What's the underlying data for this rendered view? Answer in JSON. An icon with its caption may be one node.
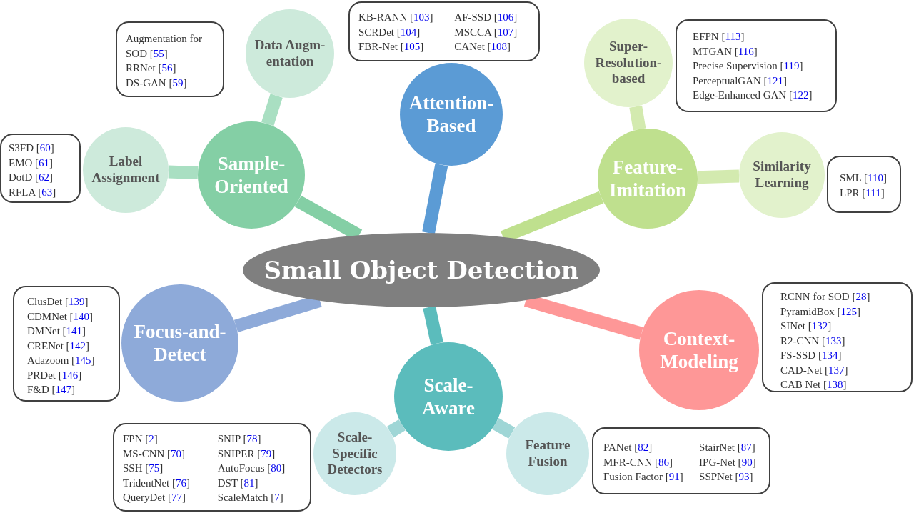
{
  "diagram": {
    "nodes": [
      {
        "text": [
          "Small Object Detection"
        ]
      },
      {
        "text": [
          "Attention-Based"
        ]
      },
      {
        "text": [
          "KB-RANN [103]",
          "SCRDet [104]",
          "FBR-Net [105]",
          "AF-SSD [106]",
          "MSCCA [107]",
          "CANet [108]"
        ]
      },
      {
        "text": [
          "Sample-Oriented"
        ]
      },
      {
        "text": [
          "Data Augm-entation"
        ]
      },
      {
        "text": [
          "Augmentation for SOD [55]",
          "RRNet [56]",
          "DS-GAN [59]"
        ]
      },
      {
        "text": [
          "Label Assignment"
        ]
      },
      {
        "text": [
          "S3FD [60]",
          "EMO [61]",
          "DotD [62]",
          "RFLA [63]"
        ]
      },
      {
        "text": [
          "Feature-Imitation"
        ]
      },
      {
        "text": [
          "Super-Resolution-based"
        ]
      },
      {
        "text": [
          "EFPN [113]",
          "MTGAN [116]",
          "Precise Supervision [119]",
          "PerceptualGAN [121]",
          "Edge-Enhanced GAN [122]"
        ]
      },
      {
        "text": [
          "Similarity Learning"
        ]
      },
      {
        "text": [
          "SML [110]",
          "LPR [111]"
        ]
      },
      {
        "text": [
          "Focus-and-Detect"
        ]
      },
      {
        "text": [
          "ClusDet [139]",
          "CDMNet [140]",
          "DMNet [141]",
          "CRENet [142]",
          "Adazoom [145]",
          "PRDet [146]",
          "F&D [147]"
        ]
      },
      {
        "text": [
          "Scale-Aware"
        ]
      },
      {
        "text": [
          "Scale-Specific Detectors"
        ]
      },
      {
        "text": [
          "FPN [2]",
          "MS-CNN [70]",
          "SSH [75]",
          "TridentNet [76]",
          "QueryDet [77]",
          "SNIP [78]",
          "SNIPER [79]",
          "AutoFocus [80]",
          "DST [81]",
          "ScaleMatch [7]"
        ]
      },
      {
        "text": [
          "Feature Fusion"
        ]
      },
      {
        "text": [
          "PANet [82]",
          "MFR-CNN [86]",
          "Fusion Factor [91]",
          "StairNet [87]",
          "IPG-Net [90]",
          "SSPNet [93]"
        ]
      },
      {
        "text": [
          "Context-Modeling"
        ]
      },
      {
        "text": [
          "RCNN for SOD [28]",
          "PyramidBox [125]",
          "SINet [132]",
          "R2-CNN [133]",
          "FS-SSD [134]",
          "CAD-Net [137]",
          "CAB Net [138]"
        ]
      }
    ],
    "edges": [
      {
        "from": 0,
        "to": 1,
        "arrow": "none",
        "color": "#5b9bd5"
      },
      {
        "from": 0,
        "to": 3,
        "arrow": "none",
        "color": "#84cfa5"
      },
      {
        "from": 0,
        "to": 8,
        "arrow": "none",
        "color": "#bfe08e"
      },
      {
        "from": 0,
        "to": 13,
        "arrow": "none",
        "color": "#8eaad9"
      },
      {
        "from": 0,
        "to": 15,
        "arrow": "none",
        "color": "#5bbcbc"
      },
      {
        "from": 0,
        "to": 20,
        "arrow": "none",
        "color": "#fe9797"
      },
      {
        "from": 3,
        "to": 4,
        "arrow": "none",
        "color": "#a9dfc2"
      },
      {
        "from": 3,
        "to": 6,
        "arrow": "none",
        "color": "#a9dfc2"
      },
      {
        "from": 8,
        "to": 9,
        "arrow": "none",
        "color": "#d3eaaf"
      },
      {
        "from": 8,
        "to": 11,
        "arrow": "none",
        "color": "#d3eaaf"
      },
      {
        "from": 15,
        "to": 16,
        "arrow": "none",
        "color": "#9fd6d6"
      },
      {
        "from": 15,
        "to": 18,
        "arrow": "none",
        "color": "#9fd6d6"
      }
    ]
  }
}
